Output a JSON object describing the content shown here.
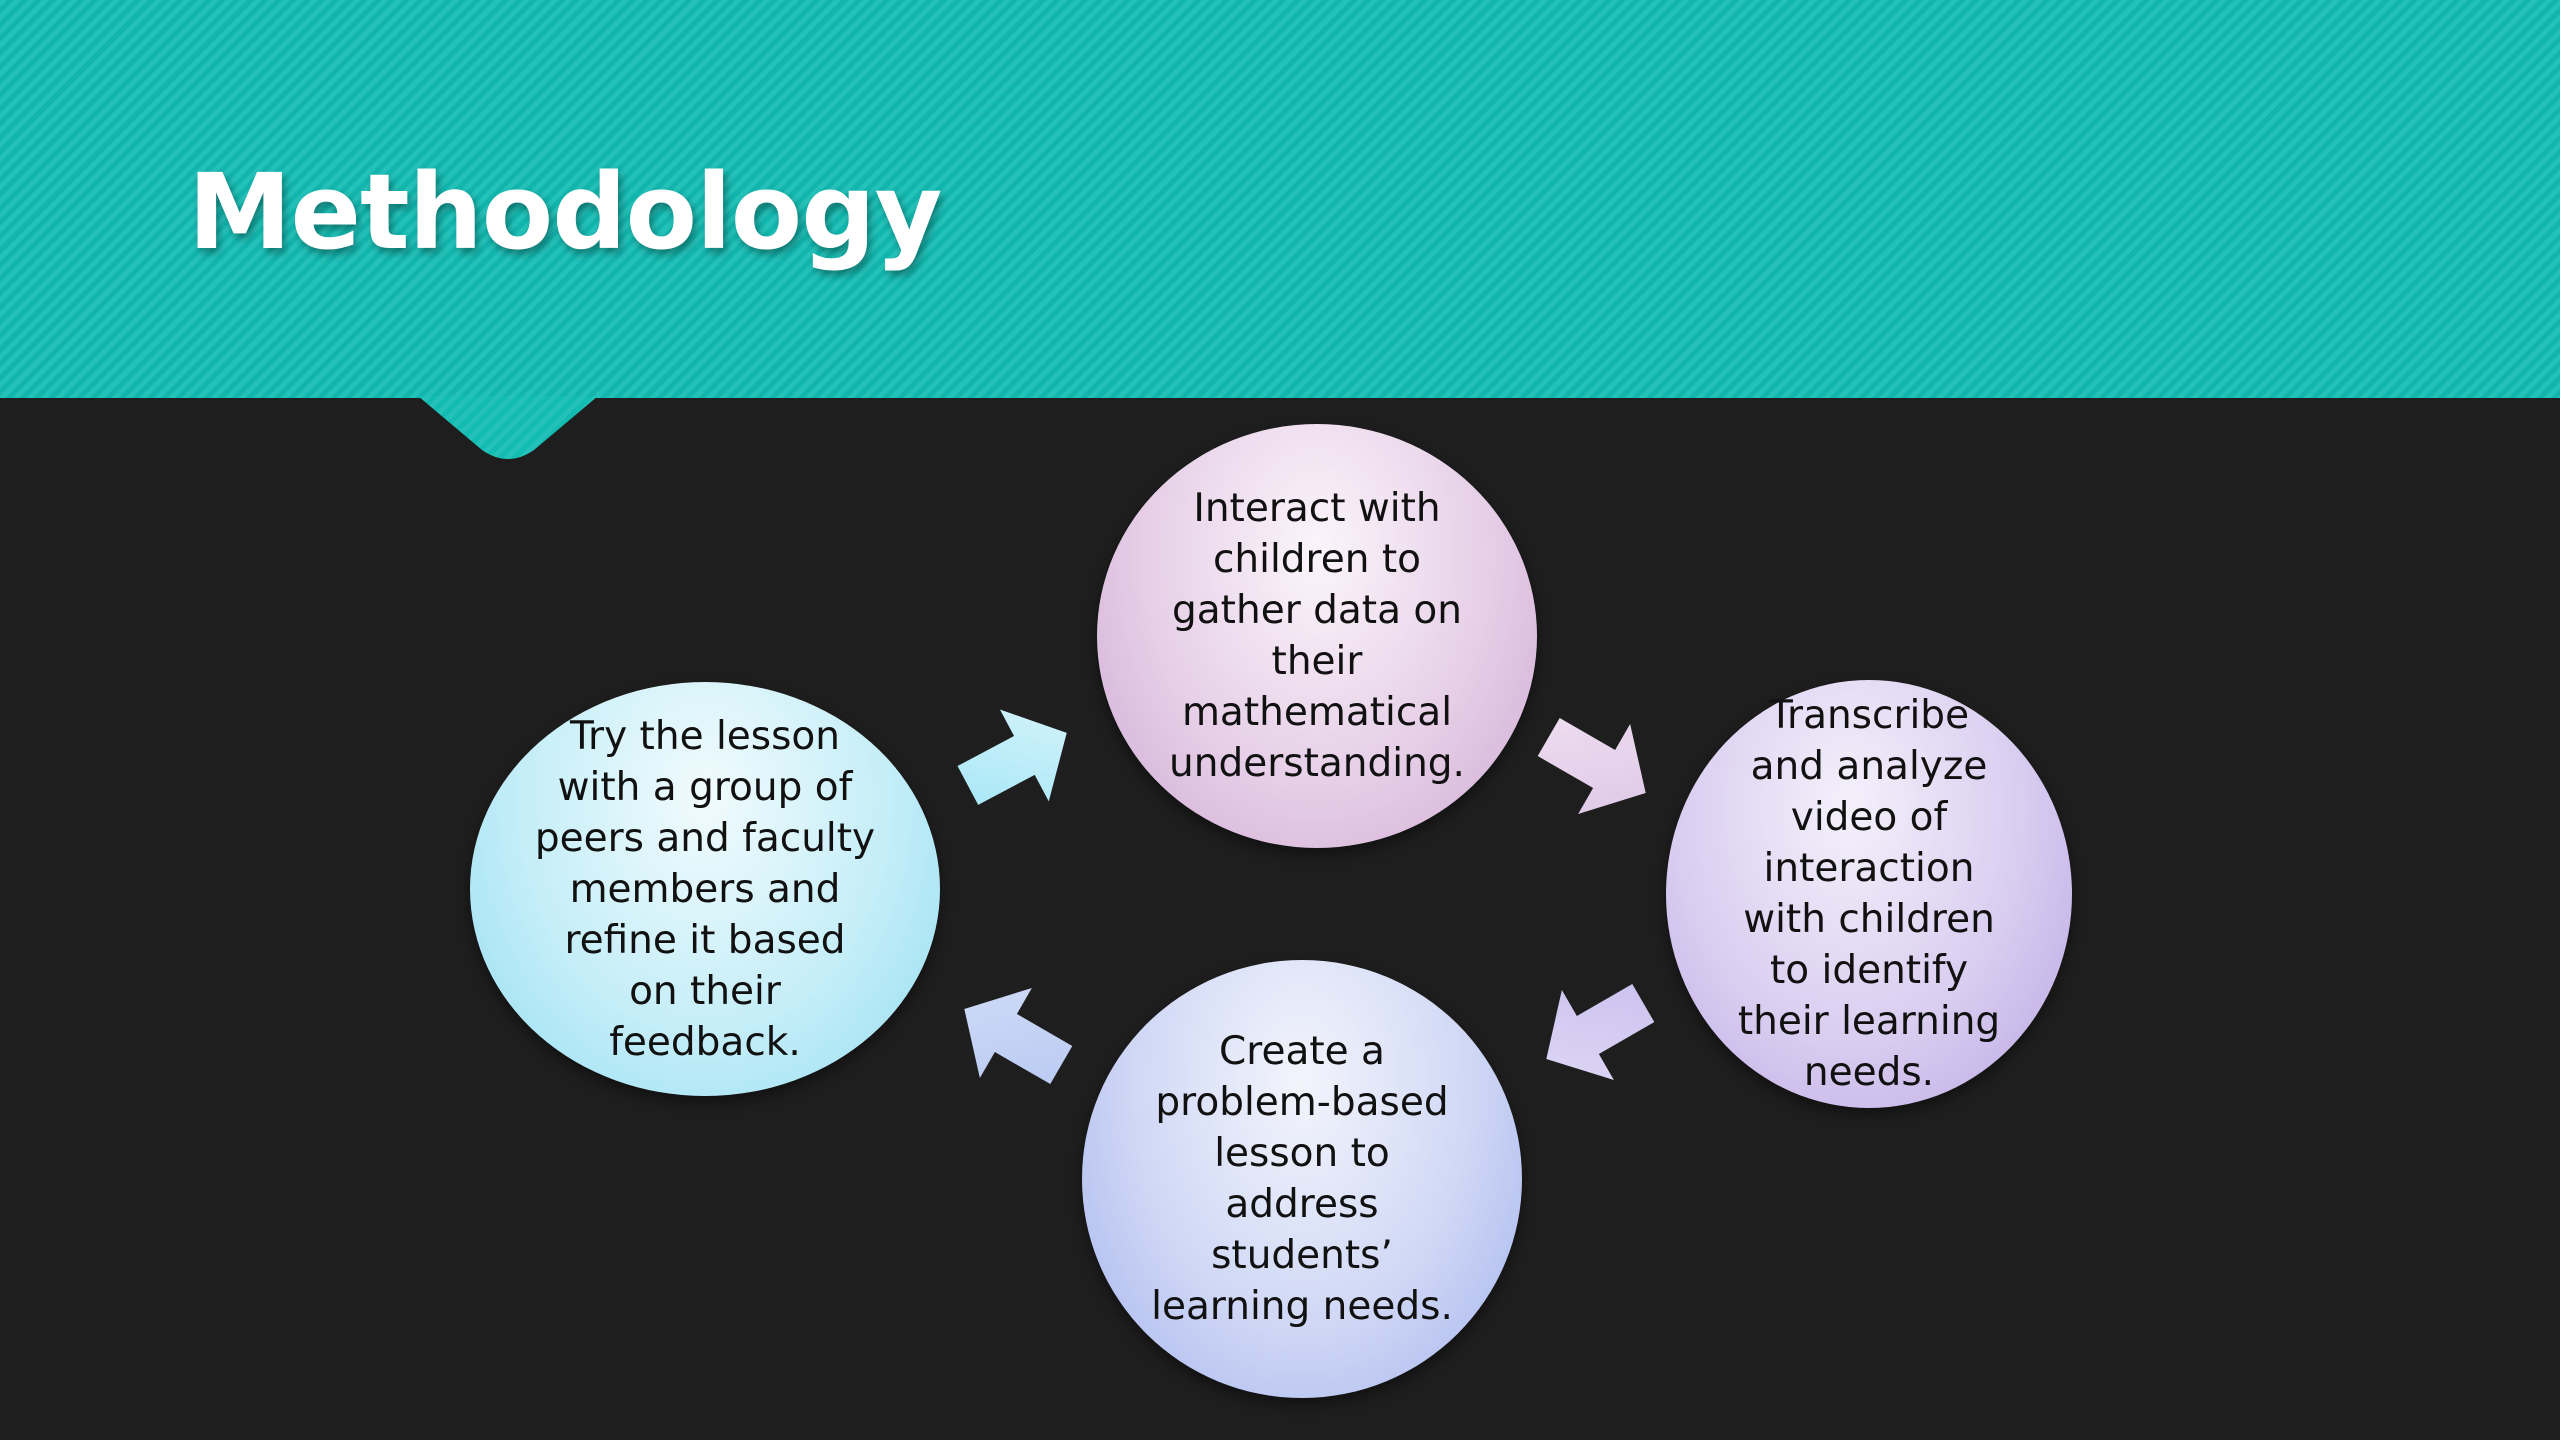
{
  "slide": {
    "title": "Methodology"
  },
  "cycle": {
    "nodes": [
      {
        "text": "Interact with\nchildren to\ngather data on\ntheir\nmathematical\nunderstanding."
      },
      {
        "text": "Transcribe\nand analyze\nvideo of\ninteraction\nwith children\nto identify\ntheir learning\nneeds."
      },
      {
        "text": "Create a\nproblem-based\nlesson to\naddress\nstudents’\nlearning needs."
      },
      {
        "text": "Try the lesson\nwith a group of\npeers and faculty\nmembers and\nrefine it based\non their\nfeedback."
      }
    ]
  },
  "colors": {
    "header": "#13bcb3",
    "background": "#1e1e1e",
    "title": "#ffffff",
    "node_interact": "#d9b8dc",
    "node_transcribe": "#c8b8ea",
    "node_create": "#b4c2f1",
    "node_try": "#aee6f5"
  }
}
